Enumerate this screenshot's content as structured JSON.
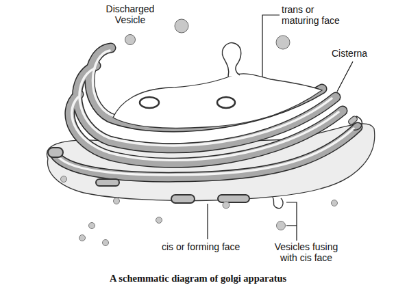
{
  "diagram": {
    "caption": "A schemmatic diagram of golgi apparatus",
    "labels": [
      "Discharged Vesicle",
      "trans or maturing face",
      "Cisterna",
      "cis or forming face",
      "Vesicles fusing with cis face"
    ]
  }
}
